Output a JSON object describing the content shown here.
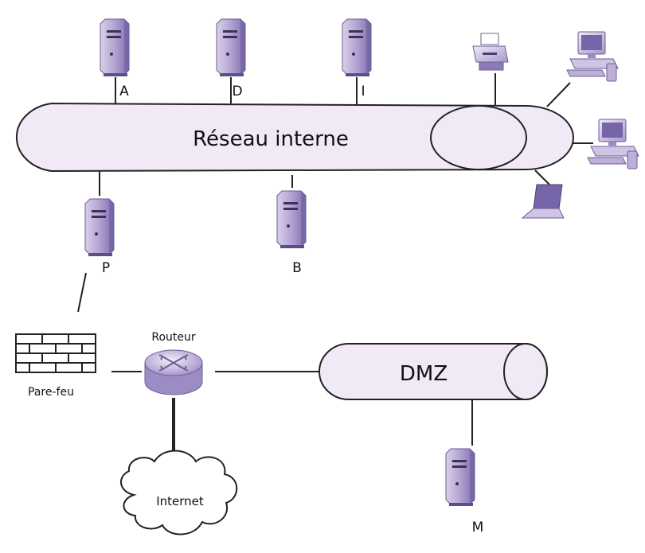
{
  "network": {
    "internal_label": "Réseau interne",
    "dmz_label": "DMZ",
    "router_label": "Routeur",
    "firewall_label": "Pare-feu",
    "internet_label": "Internet"
  },
  "servers": {
    "a": "A",
    "d": "D",
    "i": "I",
    "p": "P",
    "b": "B",
    "m": "M"
  },
  "icons": {
    "server": "server-tower-icon",
    "printer": "printer-icon",
    "desktop": "desktop-computer-icon",
    "laptop": "laptop-icon",
    "router": "router-icon",
    "firewall": "brick-wall-icon",
    "cloud": "cloud-icon"
  },
  "colors": {
    "fill": "#f1eaf6",
    "stroke": "#222222",
    "icon_purple": "#8c7ab8",
    "icon_light": "#d8cfe8"
  }
}
